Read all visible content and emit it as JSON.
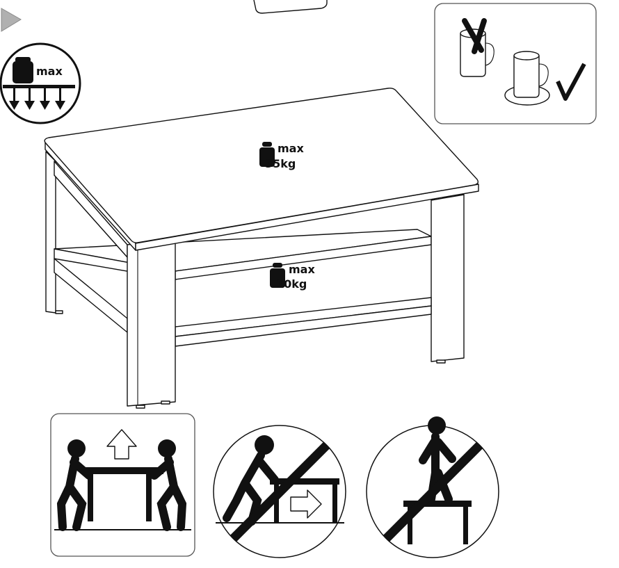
{
  "load_icon": {
    "label": "max"
  },
  "tabletop_load": {
    "label": "max",
    "weight": "35kg"
  },
  "shelf_load": {
    "label": "max",
    "weight": "10kg"
  },
  "colors": {
    "line": "#111111",
    "arrow": "#b0b0b0",
    "panel_border": "#555555"
  }
}
